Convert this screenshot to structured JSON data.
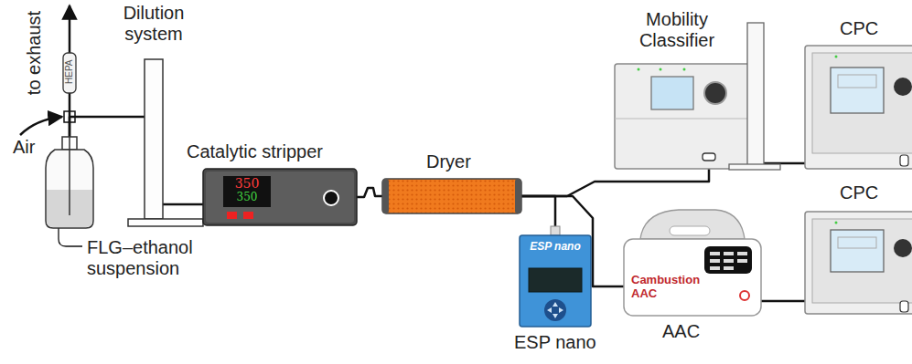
{
  "diagram": {
    "nodes": [
      {
        "text": [
          "FLG–ethanol suspension"
        ]
      },
      {
        "text": [
          "HEPA"
        ]
      },
      {
        "text": [
          "Dilution system"
        ]
      },
      {
        "text": [
          "Catalytic stripper",
          "350",
          "350"
        ]
      },
      {
        "text": [
          "Dryer"
        ]
      },
      {
        "text": [
          "Mobility Classifier"
        ]
      },
      {
        "text": [
          "CPC"
        ]
      },
      {
        "text": [
          "ESP nano",
          "ESP nano"
        ]
      },
      {
        "text": [
          "Cambustion AAC",
          "AAC"
        ]
      },
      {
        "text": [
          "CPC"
        ]
      }
    ],
    "edges": [
      {
        "from": 0,
        "to": 1,
        "arrow": "none"
      },
      {
        "from": 0,
        "to": 2,
        "arrow": "none"
      },
      {
        "from": 2,
        "to": 3,
        "arrow": "none"
      },
      {
        "from": 3,
        "to": 4,
        "arrow": "none"
      },
      {
        "from": 4,
        "to": 5,
        "arrow": "none"
      },
      {
        "from": 4,
        "to": 7,
        "arrow": "none"
      },
      {
        "from": 4,
        "to": 8,
        "arrow": "none"
      },
      {
        "from": 5,
        "to": 6,
        "arrow": "none"
      },
      {
        "from": 8,
        "to": 9,
        "arrow": "none"
      }
    ],
    "labels": [
      "to exhaust",
      "Air"
    ]
  }
}
